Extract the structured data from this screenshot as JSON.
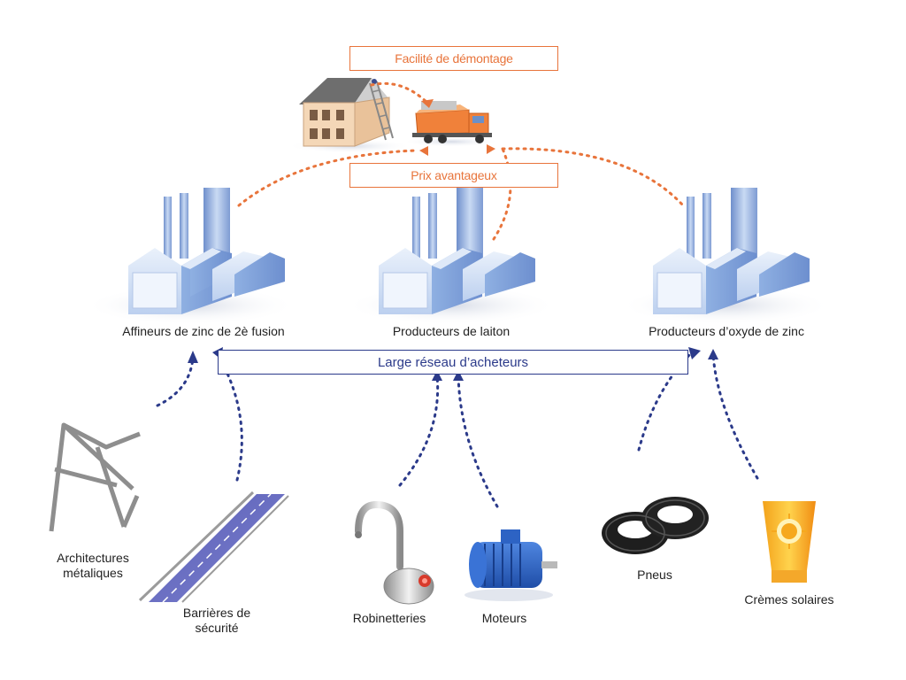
{
  "top": {
    "dismantling_label": "Facilité de démontage",
    "price_label": "Prix avantageux"
  },
  "network_label": "Large réseau d’acheteurs",
  "factories": [
    {
      "label": "Affineurs de zinc de 2è fusion"
    },
    {
      "label": "Producteurs de laiton"
    },
    {
      "label": "Producteurs d’oxyde de zinc"
    }
  ],
  "products": [
    {
      "label_line1": "Architectures",
      "label_line2": "métaliques"
    },
    {
      "label_line1": "Barrières de",
      "label_line2": "sécurité"
    },
    {
      "label_line1": "Robinetteries",
      "label_line2": ""
    },
    {
      "label_line1": "Moteurs",
      "label_line2": ""
    },
    {
      "label_line1": "Pneus",
      "label_line2": ""
    },
    {
      "label_line1": "Crèmes solaires",
      "label_line2": ""
    }
  ],
  "colors": {
    "orange": "#e8743b",
    "navy": "#2b3a8a",
    "factory_light": "#dfe9f8",
    "factory_mid": "#a9c2e8",
    "factory_dark": "#6f8fcc"
  }
}
